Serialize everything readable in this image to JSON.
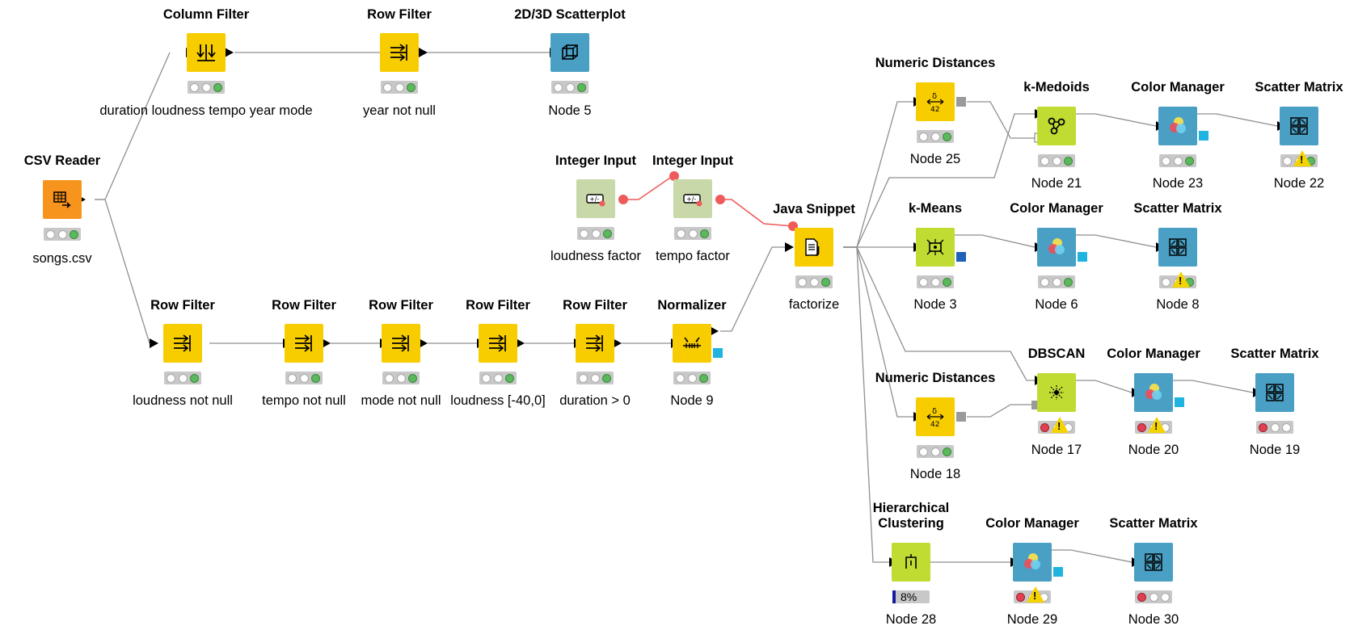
{
  "colors": {
    "reader": "#f7941d",
    "manipulator": "#f8cd00",
    "view": "#4a9fc4",
    "learner": "#c0dc33",
    "config": "#c8d8a8",
    "traffic_green": "#5cb85c",
    "traffic_red": "#e04050",
    "variable_edge": "#ef5a5a",
    "edge": "#8f8f8f"
  },
  "nodes": [
    {
      "id": "csv",
      "title": "CSV Reader",
      "label": "songs.csv",
      "kind": "reader",
      "icon": "csv-reader-icon",
      "state": "green"
    },
    {
      "id": "cf",
      "title": "Column Filter",
      "label": "duration loudness tempo year mode",
      "kind": "manipulator",
      "icon": "column-filter-icon",
      "state": "green"
    },
    {
      "id": "rf0",
      "title": "Row Filter",
      "label": "year not null",
      "kind": "manipulator",
      "icon": "row-filter-icon",
      "state": "green"
    },
    {
      "id": "sp",
      "title": "2D/3D Scatterplot",
      "label": "Node 5",
      "kind": "view",
      "icon": "scatterplot-3d-icon",
      "state": "green"
    },
    {
      "id": "ii1",
      "title": "Integer Input",
      "label": "loudness factor",
      "kind": "config",
      "icon": "integer-input-icon",
      "state": "green"
    },
    {
      "id": "ii2",
      "title": "Integer Input",
      "label": "tempo factor",
      "kind": "config",
      "icon": "integer-input-icon",
      "state": "green"
    },
    {
      "id": "rf1",
      "title": "Row Filter",
      "label": "loudness not null",
      "kind": "manipulator",
      "icon": "row-filter-icon",
      "state": "green"
    },
    {
      "id": "rf2",
      "title": "Row Filter",
      "label": "tempo not null",
      "kind": "manipulator",
      "icon": "row-filter-icon",
      "state": "green"
    },
    {
      "id": "rf3",
      "title": "Row Filter",
      "label": "mode not null",
      "kind": "manipulator",
      "icon": "row-filter-icon",
      "state": "green"
    },
    {
      "id": "rf4",
      "title": "Row Filter",
      "label": "loudness [-40,0]",
      "kind": "manipulator",
      "icon": "row-filter-icon",
      "state": "green"
    },
    {
      "id": "rf5",
      "title": "Row Filter",
      "label": "duration > 0",
      "kind": "manipulator",
      "icon": "row-filter-icon",
      "state": "green"
    },
    {
      "id": "norm",
      "title": "Normalizer",
      "label": "Node 9",
      "kind": "manipulator",
      "icon": "normalizer-icon",
      "state": "green"
    },
    {
      "id": "js",
      "title": "Java Snippet",
      "label": "factorize",
      "kind": "manipulator",
      "icon": "java-snippet-icon",
      "state": "green"
    },
    {
      "id": "nd1",
      "title": "Numeric Distances",
      "label": "Node 25",
      "kind": "manipulator",
      "icon": "numeric-distances-icon",
      "state": "green"
    },
    {
      "id": "km",
      "title": "k-Medoids",
      "label": "Node 21",
      "kind": "learner",
      "icon": "k-medoids-icon",
      "state": "green"
    },
    {
      "id": "cm1",
      "title": "Color Manager",
      "label": "Node 23",
      "kind": "view",
      "icon": "color-manager-icon",
      "state": "green"
    },
    {
      "id": "sm1",
      "title": "Scatter Matrix",
      "label": "Node 22",
      "kind": "view",
      "icon": "scatter-matrix-icon",
      "state": "green",
      "warning": true
    },
    {
      "id": "kmeans",
      "title": "k-Means",
      "label": "Node 3",
      "kind": "learner",
      "icon": "k-means-icon",
      "state": "green"
    },
    {
      "id": "cm2",
      "title": "Color Manager",
      "label": "Node 6",
      "kind": "view",
      "icon": "color-manager-icon",
      "state": "green"
    },
    {
      "id": "sm2",
      "title": "Scatter Matrix",
      "label": "Node 8",
      "kind": "view",
      "icon": "scatter-matrix-icon",
      "state": "green",
      "warning": true
    },
    {
      "id": "dbscan",
      "title": "DBSCAN",
      "label": "Node 17",
      "kind": "learner",
      "icon": "dbscan-icon",
      "state": "red",
      "warning": true
    },
    {
      "id": "cm3",
      "title": "Color Manager",
      "label": "Node 20",
      "kind": "view",
      "icon": "color-manager-icon",
      "state": "red",
      "warning": true
    },
    {
      "id": "sm3",
      "title": "Scatter Matrix",
      "label": "Node 19",
      "kind": "view",
      "icon": "scatter-matrix-icon",
      "state": "red"
    },
    {
      "id": "nd2",
      "title": "Numeric Distances",
      "label": "Node 18",
      "kind": "manipulator",
      "icon": "numeric-distances-icon",
      "state": "green"
    },
    {
      "id": "hc",
      "title": "Hierarchical\nClustering",
      "label": "Node 28",
      "kind": "learner",
      "icon": "hierarchical-clustering-icon",
      "state": "progress",
      "progress": "8%",
      "progress_value": 0.08
    },
    {
      "id": "cm4",
      "title": "Color Manager",
      "label": "Node 29",
      "kind": "view",
      "icon": "color-manager-icon",
      "state": "red",
      "warning": true
    },
    {
      "id": "sm4",
      "title": "Scatter Matrix",
      "label": "Node 30",
      "kind": "view",
      "icon": "scatter-matrix-icon",
      "state": "red"
    }
  ]
}
